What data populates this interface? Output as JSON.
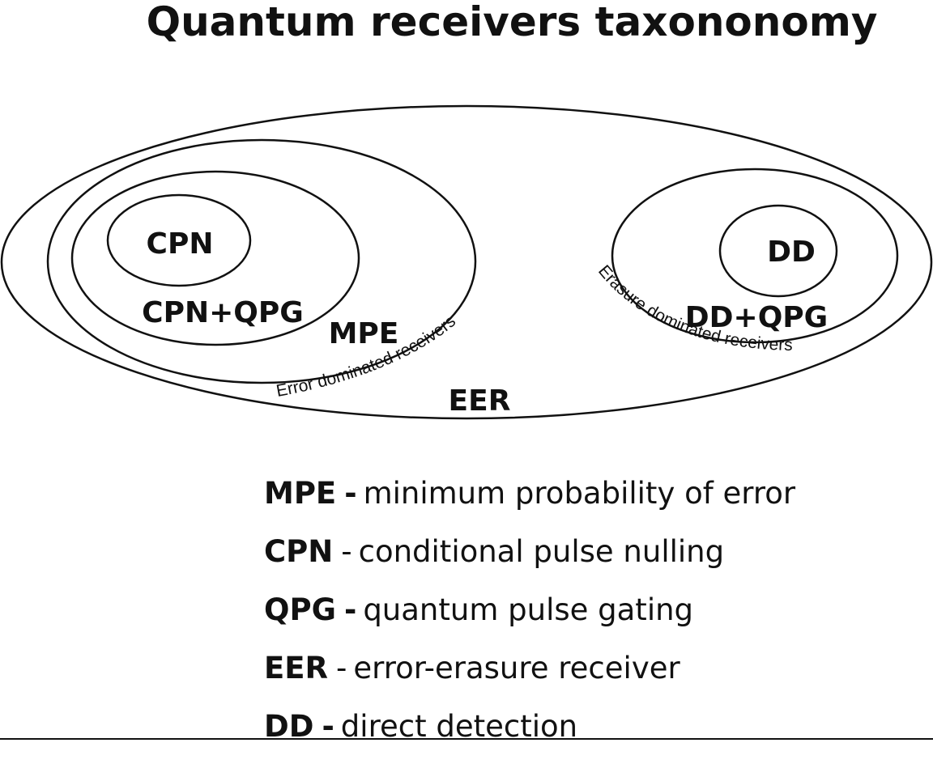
{
  "title": "Quantum receivers taxononomy",
  "sets": {
    "cpn": "CPN",
    "cpn_qpg": "CPN+QPG",
    "mpe": "MPE",
    "dd": "DD",
    "dd_qpg": "DD+QPG",
    "eer": "EER"
  },
  "arc_labels": {
    "error_dominated": "Error dominated receivers",
    "erasure_dominated": "Erasure dominated receivers"
  },
  "legend": [
    {
      "abbr": "MPE",
      "sep": "-",
      "desc": "minimum probability of error"
    },
    {
      "abbr": "CPN",
      "sep": "-",
      "desc": "conditional pulse nulling"
    },
    {
      "abbr": "QPG",
      "sep": "-",
      "desc": "quantum pulse gating"
    },
    {
      "abbr": "EER",
      "sep": "-",
      "desc": "error-erasure receiver"
    },
    {
      "abbr": "DD",
      "sep": "-",
      "desc": "direct detection"
    }
  ]
}
